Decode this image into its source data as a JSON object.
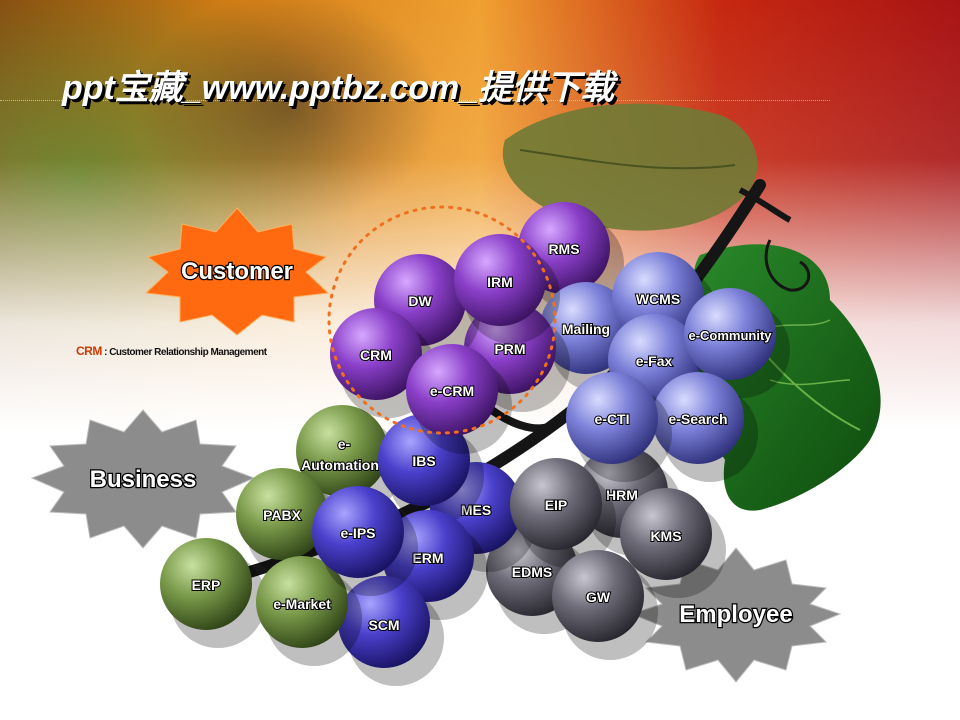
{
  "title": "ppt宝藏_www.pptbz.com_提供下载",
  "crm_note": {
    "abbr": "CRM",
    "text": " : Customer Relationship Management"
  },
  "bursts": {
    "customer": "Customer",
    "business": "Business",
    "employee": "Employee"
  },
  "grapes": {
    "rms": "RMS",
    "irm": "IRM",
    "dw": "DW",
    "mailing": "Mailing",
    "wcms": "WCMS",
    "e_community": "e-Community",
    "prm": "PRM",
    "crm": "CRM",
    "e_fax": "e-Fax",
    "e_crm": "e-CRM",
    "e_cti": "e-CTI",
    "e_search": "e-Search",
    "e_automation_1": "e-",
    "e_automation_2": "Automation",
    "ibs": "IBS",
    "hrm": "HRM",
    "eip": "EIP",
    "mes": "MES",
    "pabx": "PABX",
    "e_ips": "e-IPS",
    "kms": "KMS",
    "erm": "ERM",
    "edms": "EDMS",
    "erp": "ERP",
    "gw": "GW",
    "e_market": "e-Market",
    "scm": "SCM"
  },
  "colors": {
    "purple": "#8a3fc0",
    "periwinkle": "#7f80d8",
    "royal": "#4a3fc8",
    "olive": "#7a9a4a",
    "grey": "#6e6c78",
    "burst_orange": "#ff6a10",
    "burst_grey": "#8c8c8c",
    "accent": "#f07020"
  }
}
